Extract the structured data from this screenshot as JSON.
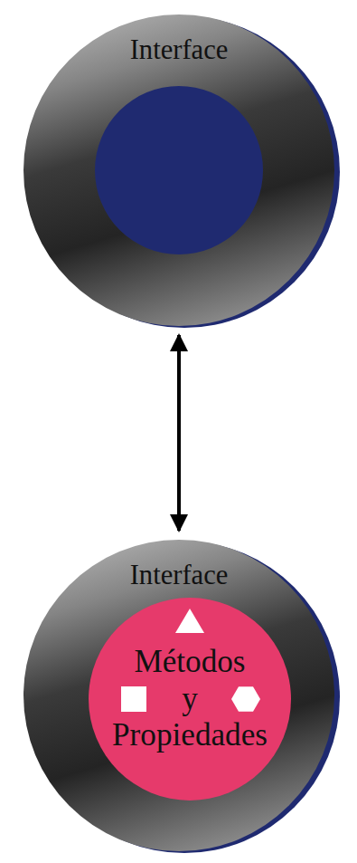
{
  "diagram": {
    "nodes": [
      {
        "text": [
          "Interface"
        ]
      },
      {
        "text": [
          "Interface"
        ]
      },
      {
        "text": [
          "Métodos y Propiedades"
        ],
        "in": 1
      }
    ],
    "edges": [
      {
        "from": 0,
        "to": 1,
        "arrow": "both"
      }
    ]
  }
}
